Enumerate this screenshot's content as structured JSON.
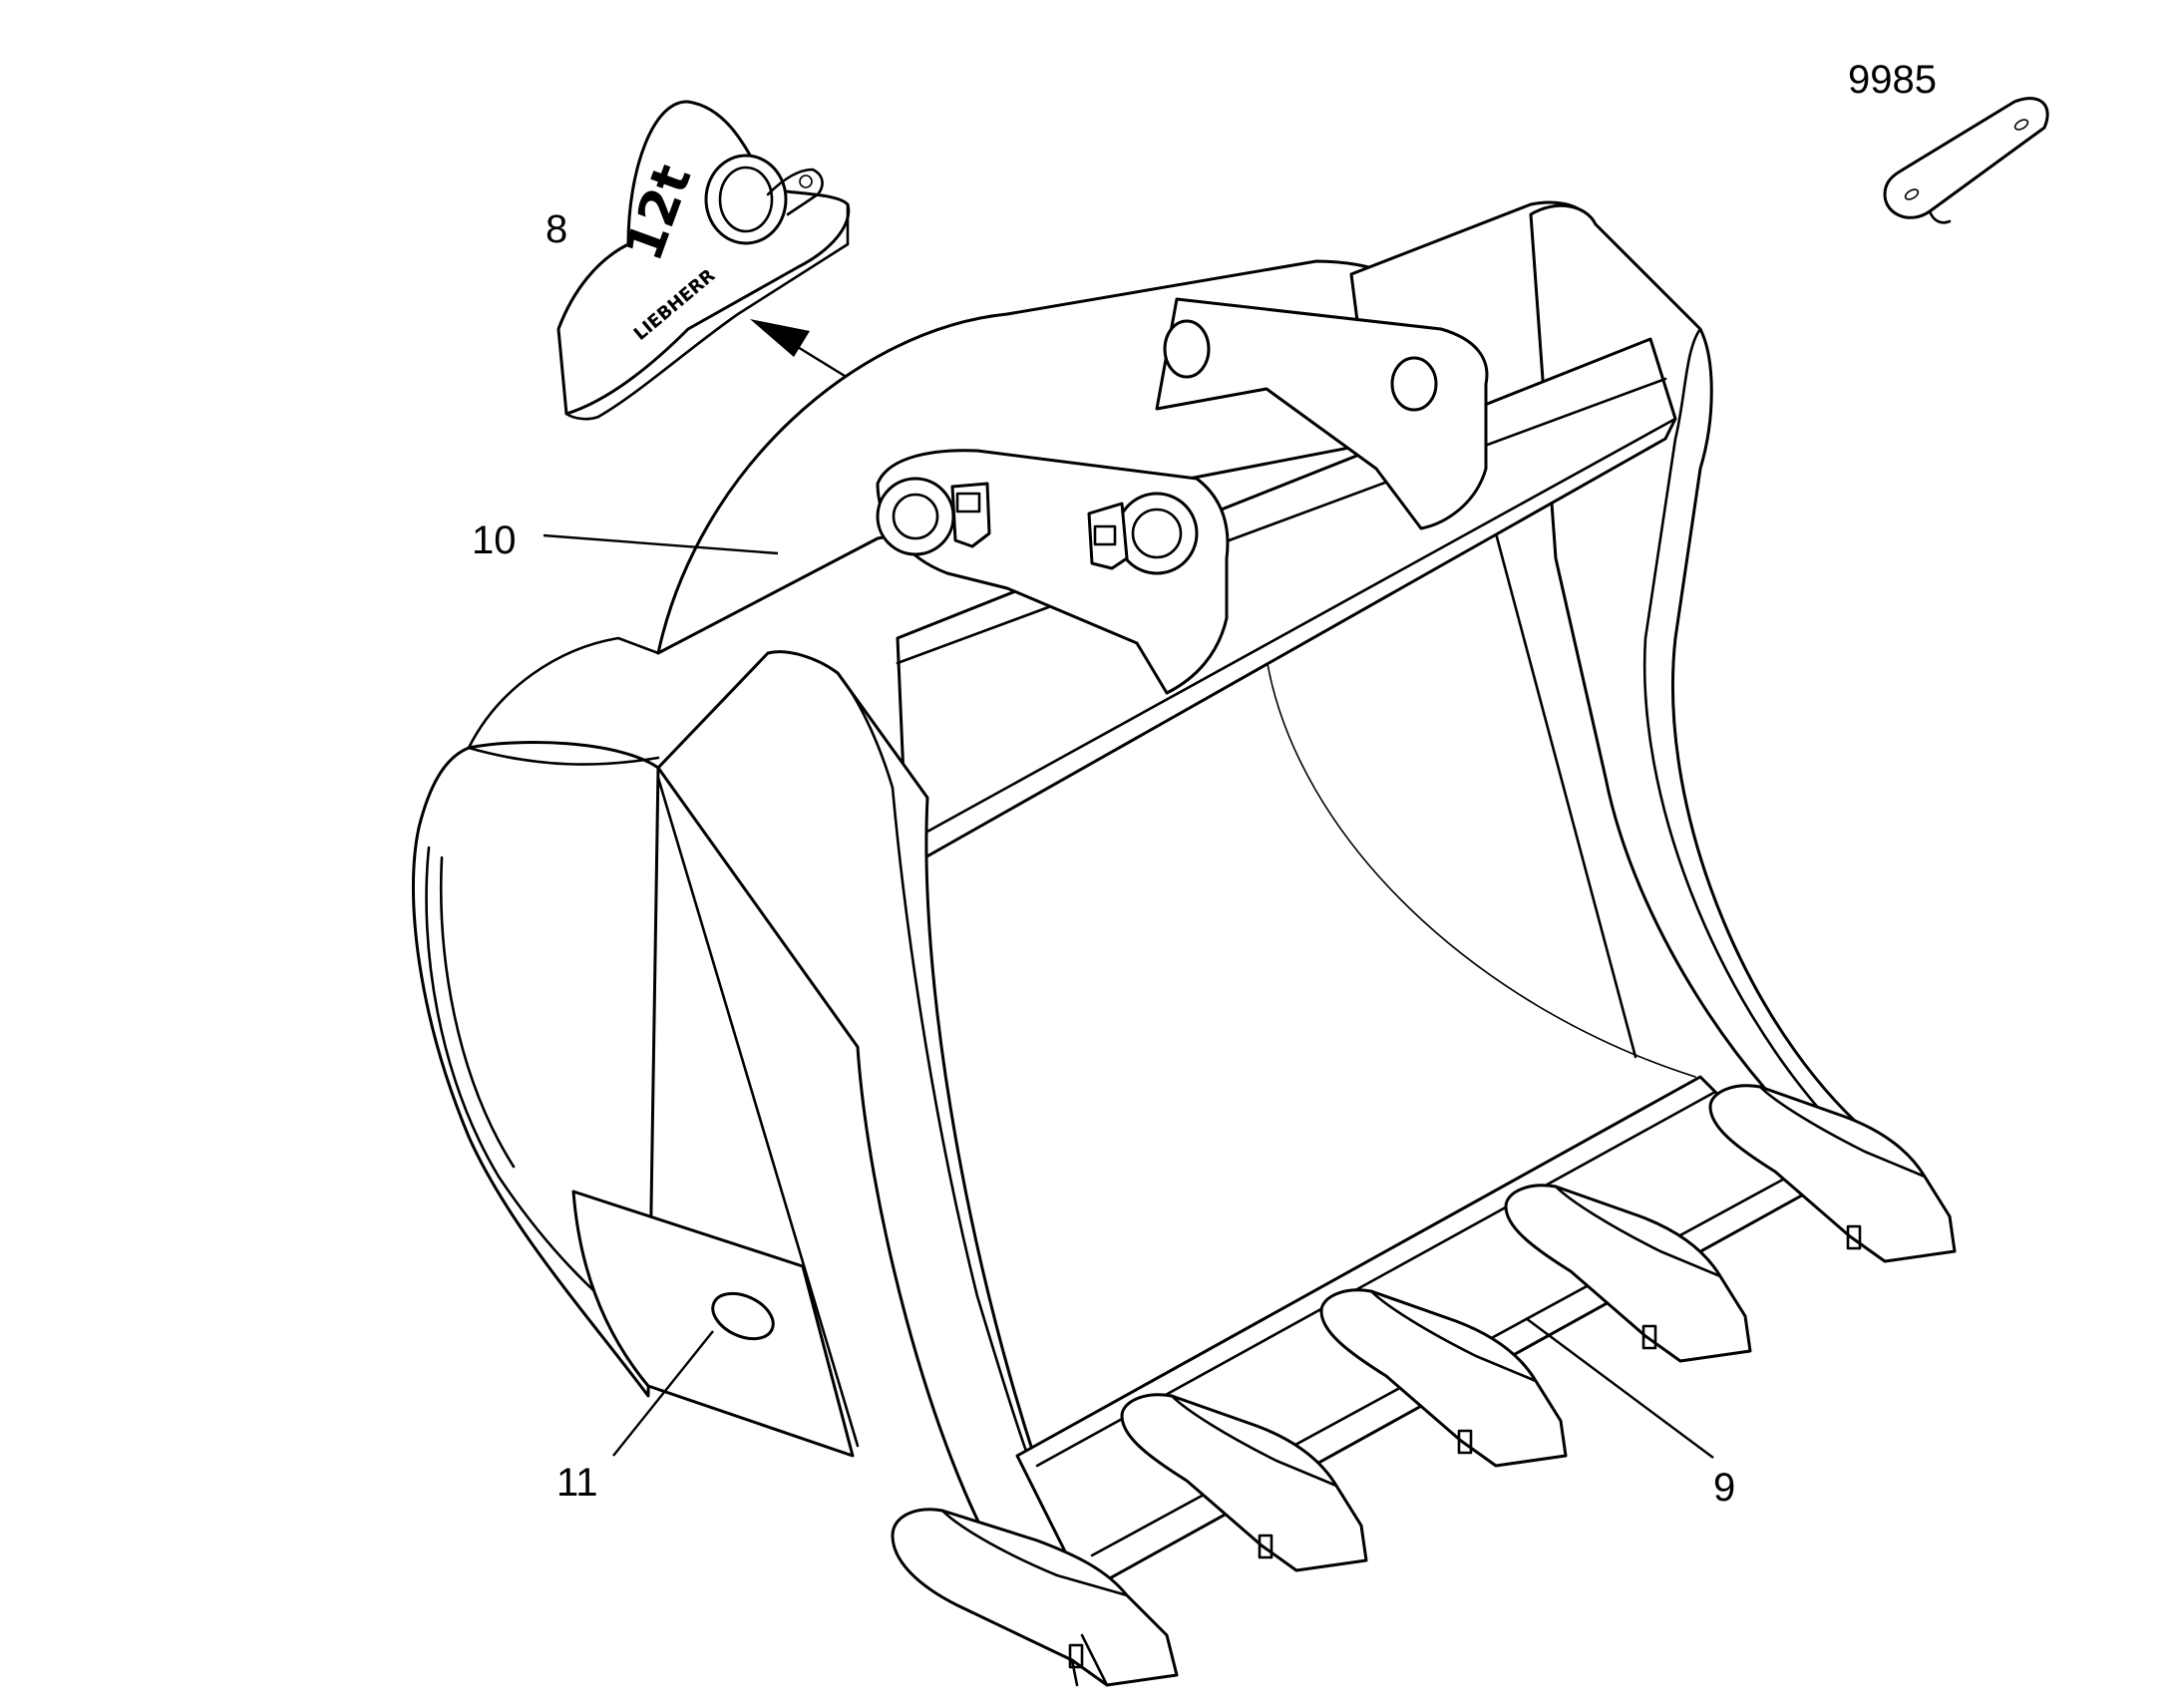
{
  "diagram": {
    "callouts": [
      {
        "id": "8",
        "label": "8"
      },
      {
        "id": "9985",
        "label": "9985"
      },
      {
        "id": "10",
        "label": "10"
      },
      {
        "id": "11",
        "label": "11"
      },
      {
        "id": "9",
        "label": "9"
      }
    ],
    "lifting_eye": {
      "capacity_marking": "12t",
      "brand_marking": "LIEBHERR"
    },
    "colors": {
      "ink": "#000000",
      "paper": "#ffffff"
    }
  }
}
